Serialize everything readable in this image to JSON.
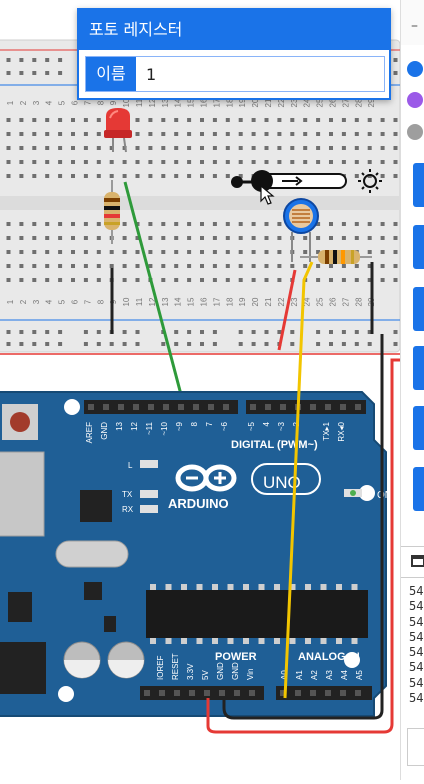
{
  "popup": {
    "title": "포토 레지스터",
    "field_label": "이름",
    "field_value": "1"
  },
  "breadboard": {
    "column_numbers": [
      "1",
      "2",
      "3",
      "4",
      "5",
      "6",
      "7",
      "8",
      "9",
      "10",
      "11",
      "12",
      "13",
      "14",
      "15",
      "16",
      "17",
      "18",
      "19",
      "20",
      "21",
      "22",
      "23",
      "24",
      "25",
      "26",
      "27",
      "28",
      "29"
    ]
  },
  "arduino": {
    "brand": "ARDUINO",
    "model": "UNO",
    "digital_label": "DIGITAL (PWM~)",
    "power_label": "POWER",
    "analog_label": "ANALOG IN",
    "on_label": "ON",
    "l_label": "L",
    "tx_label": "TX",
    "rx_label": "RX",
    "digital_pins": [
      "AREF",
      "GND",
      "13",
      "12",
      "~11",
      "~10",
      "~9",
      "8",
      "7",
      "~6",
      "~5",
      "4",
      "~3",
      "2",
      "TX▸1",
      "RX◂0"
    ],
    "power_pins": [
      "IOREF",
      "RESET",
      "3.3V",
      "5V",
      "GND",
      "GND",
      "Vin"
    ],
    "analog_pins": [
      "A0",
      "A1",
      "A2",
      "A3",
      "A4",
      "A5"
    ]
  },
  "serial_monitor": {
    "lines": [
      "54",
      "54",
      "54",
      "54",
      "54",
      "54",
      "54",
      "54"
    ]
  },
  "colors": {
    "accent": "#1a73e8",
    "board": "#1f5f96",
    "led": "#e53935",
    "wire_green": "#2e9a3a",
    "wire_yellow": "#f2c500",
    "wire_red": "#e53935",
    "wire_black": "#222222"
  },
  "legend_dots": [
    "#1a73e8",
    "#9b5ae8",
    "#9e9e9e"
  ]
}
